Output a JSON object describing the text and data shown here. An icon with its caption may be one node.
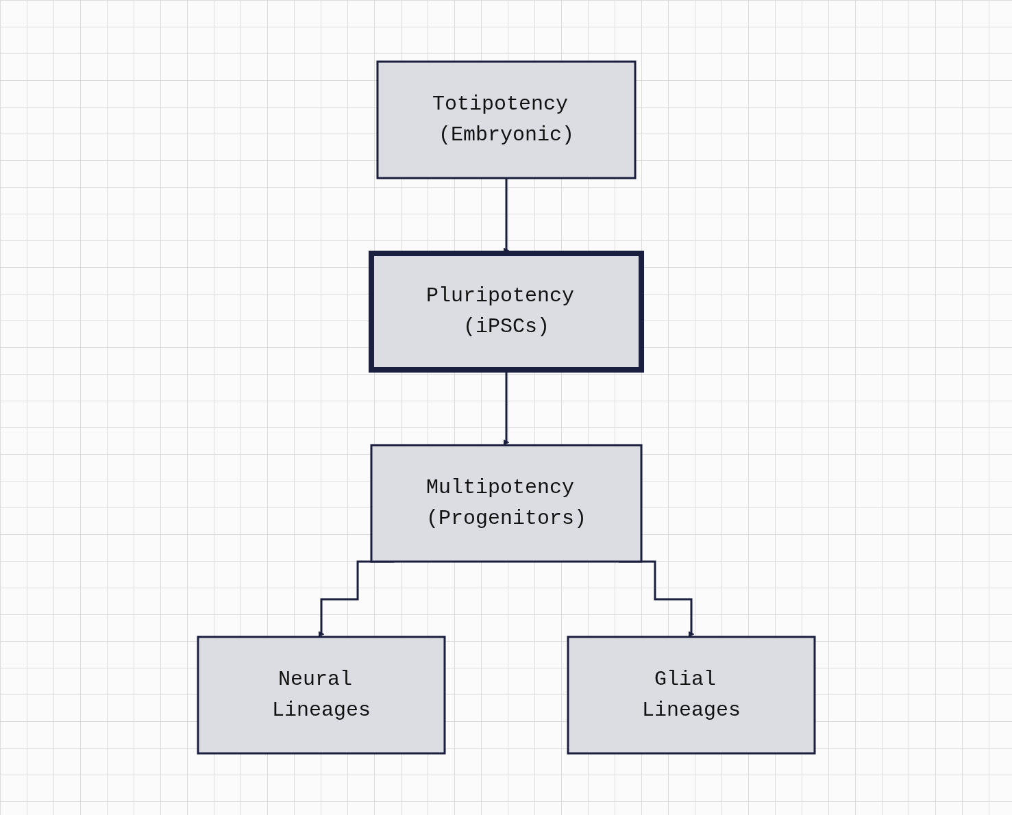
{
  "diagram": {
    "nodes": [
      {
        "text": [
          "Totipotency (Embryonic)"
        ]
      },
      {
        "text": [
          "Pluripotency (iPSCs)"
        ]
      },
      {
        "text": [
          "Multipotency (Progenitors)"
        ]
      },
      {
        "text": [
          "Neural Lineages"
        ]
      },
      {
        "text": [
          "Glial Lineages"
        ]
      }
    ],
    "edges": [
      {
        "from": 0,
        "to": 1,
        "arrow": "to"
      },
      {
        "from": 1,
        "to": 2,
        "arrow": "to"
      },
      {
        "from": 2,
        "to": 3,
        "arrow": "to"
      },
      {
        "from": 2,
        "to": 4,
        "arrow": "to"
      }
    ]
  }
}
